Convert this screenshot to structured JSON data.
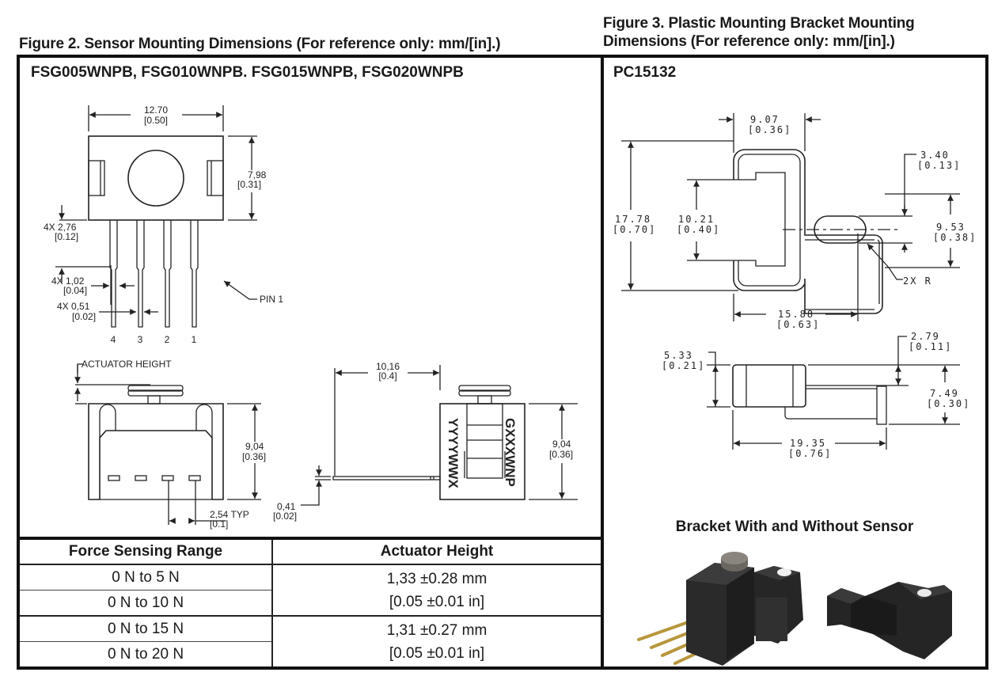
{
  "figure2": {
    "title": "Figure 2. Sensor Mounting Dimensions (For reference only: mm/[in].)",
    "models": "FSG005WNPB, FSG010WNPB. FSG015WNPB, FSG020WNPB",
    "top_view": {
      "width_mm": "12.70",
      "width_in": "[0.50]",
      "height_mm": "7,98",
      "height_in": "[0.31]",
      "pin_len_mm": "4X 2,76",
      "pin_len_in": "[0.12]",
      "pin_wide_mm": "4X 1,02",
      "pin_wide_in": "[0.04]",
      "pin_narrow_mm": "4X 0,51",
      "pin_narrow_in": "[0.02]",
      "pin1_label": "PIN 1",
      "pin_numbers": [
        "4",
        "3",
        "2",
        "1"
      ]
    },
    "front_view": {
      "actuator_label": "ACTUATOR HEIGHT",
      "height_mm": "9,04",
      "height_in": "[0.36]",
      "pitch_mm": "2,54 TYP",
      "pitch_in": "[0.1]"
    },
    "side_view": {
      "lead_len_mm": "10,16",
      "lead_len_in": "[0.4]",
      "height_mm": "9,04",
      "height_in": "[0.36]",
      "lead_thk_mm": "0,41",
      "lead_thk_in": "[0.02]",
      "marking_left": "YYYYWWX",
      "marking_right": "GXXXWNP"
    },
    "table": {
      "headers": [
        "Force Sensing Range",
        "Actuator Height"
      ],
      "groups": [
        {
          "ranges": [
            "0 N to 5 N",
            "0 N to 10 N"
          ],
          "height_mm": "1,33 ±0.28 mm",
          "height_in": "[0.05 ±0.01 in]"
        },
        {
          "ranges": [
            "0 N to 15 N",
            "0 N to 20 N"
          ],
          "height_mm": "1,31 ±0.27 mm",
          "height_in": "[0.05 ±0.01 in]"
        }
      ]
    }
  },
  "figure3": {
    "title": "Figure 3. Plastic Mounting Bracket Mounting Dimensions (For reference only: mm/[in].)",
    "part_number": "PC15132",
    "top_view": {
      "width_mm": "9.07",
      "width_in": "[0.36]",
      "overall_h_mm": "17.78",
      "overall_h_in": "[0.70]",
      "inner_h_mm": "10.21",
      "inner_h_in": "[0.40]",
      "slot_w_mm": "3.40",
      "slot_w_in": "[0.13]",
      "tab_h_mm": "9.53",
      "tab_h_in": "[0.38]",
      "radius_label": "2X R",
      "center_dist_mm": "15.88",
      "center_dist_in": "[0.63]"
    },
    "side_view": {
      "body_h_mm": "5.33",
      "body_h_in": "[0.21]",
      "step_mm": "2.79",
      "step_in": "[0.11]",
      "overall_h_mm": "7.49",
      "overall_h_in": "[0.30]",
      "length_mm": "19.35",
      "length_in": "[0.76]"
    },
    "photo_caption": "Bracket With and Without Sensor"
  }
}
